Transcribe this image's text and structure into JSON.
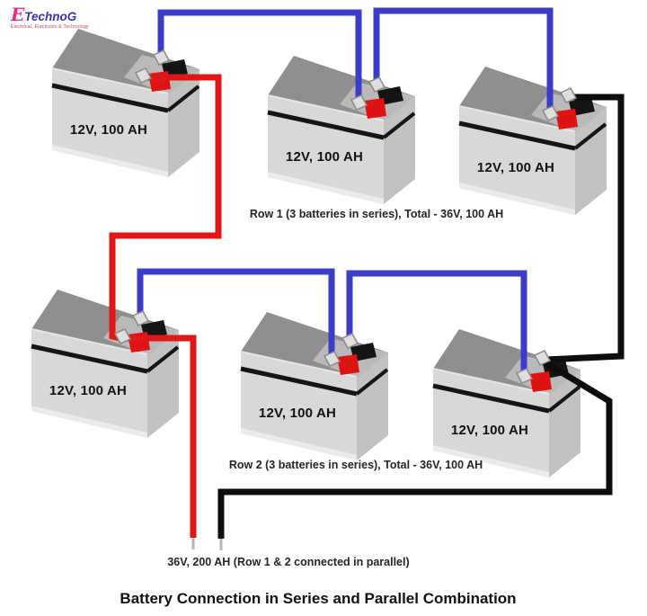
{
  "logo": {
    "mark": "E",
    "name": "TechnoG",
    "tagline": "Electrical, Electronic & Technology"
  },
  "title": "Battery Connection in Series and Parallel Combination",
  "captions": {
    "row1": "Row 1 (3 batteries in series), Total - 36V, 100 AH",
    "row2": "Row 2 (3 batteries in series), Total - 36V, 100 AH",
    "output": "36V, 200 AH (Row 1 & 2 connected in parallel)"
  },
  "batteries": [
    {
      "name": "battery-1",
      "row": 1,
      "label": "12V, 100 AH"
    },
    {
      "name": "battery-2",
      "row": 1,
      "label": "12V, 100 AH"
    },
    {
      "name": "battery-3",
      "row": 1,
      "label": "12V, 100 AH"
    },
    {
      "name": "battery-4",
      "row": 2,
      "label": "12V, 100 AH"
    },
    {
      "name": "battery-5",
      "row": 2,
      "label": "12V, 100 AH"
    },
    {
      "name": "battery-6",
      "row": 2,
      "label": "12V, 100 AH"
    }
  ],
  "wires": [
    {
      "name": "series-wire-row1-a",
      "color": "blue",
      "from": "battery-1 negative",
      "to": "battery-2 positive"
    },
    {
      "name": "series-wire-row1-b",
      "color": "blue",
      "from": "battery-2 negative",
      "to": "battery-3 positive"
    },
    {
      "name": "series-wire-row2-a",
      "color": "blue",
      "from": "battery-4 negative",
      "to": "battery-5 positive"
    },
    {
      "name": "series-wire-row2-b",
      "color": "blue",
      "from": "battery-5 negative",
      "to": "battery-6 positive"
    },
    {
      "name": "parallel-wire-positive",
      "color": "red",
      "from": "battery-1 positive",
      "to": "battery-4 positive"
    },
    {
      "name": "output-wire-positive",
      "color": "red",
      "from": "battery-4 positive",
      "to": "output terminal"
    },
    {
      "name": "parallel-wire-negative",
      "color": "black",
      "from": "battery-3 negative",
      "to": "battery-6 negative"
    },
    {
      "name": "output-wire-negative",
      "color": "black",
      "from": "battery-6 negative",
      "to": "output terminal"
    }
  ],
  "colors": {
    "wire_series": "#3c3cc8",
    "wire_positive": "#df1717",
    "wire_negative": "#0d0d0d",
    "wire_tip": "#b5b5b5",
    "battery_top": "#8f8f8f",
    "battery_top_step": "#b9b9b9",
    "battery_front": "#d8d8d8",
    "battery_side": "#c2c2c2",
    "battery_foot": "#ebebeb",
    "battery_stripe": "#151515",
    "terminal_negative": "#141414",
    "terminal_positive": "#e01313",
    "clip_fill": "#dedede",
    "clip_stroke": "#8a8a8a",
    "logo_e": "#ec2a8c",
    "logo_text": "#3333bb",
    "logo_tagline": "#cc3344"
  }
}
